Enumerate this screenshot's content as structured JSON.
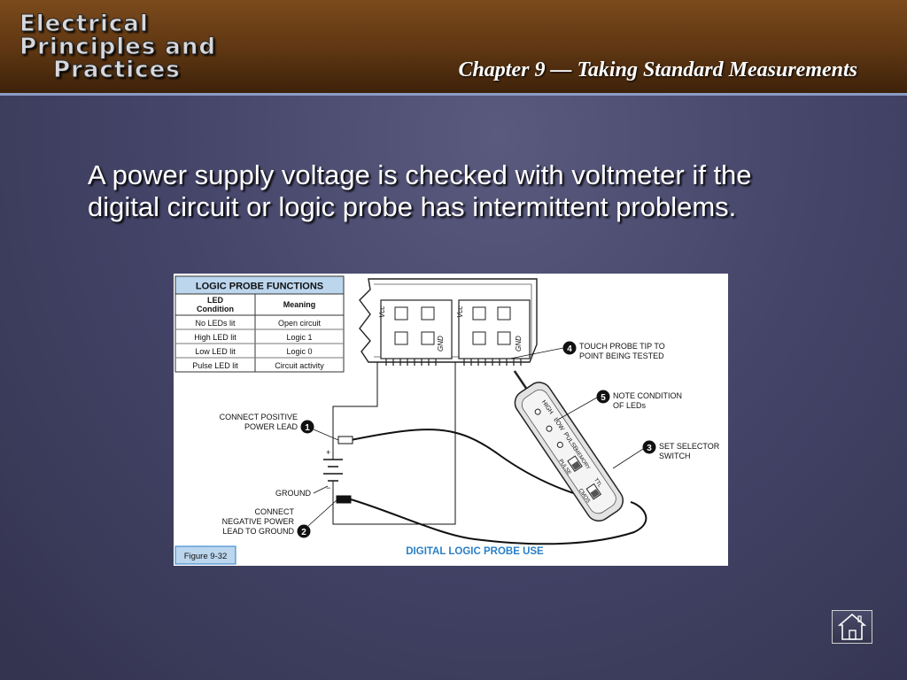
{
  "header": {
    "logo_lines": [
      "Electrical",
      "Principles and",
      "Practices"
    ],
    "chapter_title": "Chapter 9 — Taking Standard Measurements"
  },
  "body_text": "A power supply voltage is checked with voltmeter if the digital circuit or logic probe has intermittent problems.",
  "figure": {
    "table": {
      "title": "LOGIC PROBE FUNCTIONS",
      "col_led": [
        "LED",
        "Condition"
      ],
      "col_meaning": "Meaning",
      "rows": [
        {
          "led": "No LEDs lit",
          "meaning": "Open circuit"
        },
        {
          "led": "High LED lit",
          "meaning": "Logic 1"
        },
        {
          "led": "Low LED lit",
          "meaning": "Logic 0"
        },
        {
          "led": "Pulse LED lit",
          "meaning": "Circuit activity"
        }
      ]
    },
    "steps": {
      "s1_num": "1",
      "s1_lines": [
        "CONNECT POSITIVE",
        "POWER LEAD"
      ],
      "s2_num": "2",
      "s2_lines": [
        "CONNECT",
        "NEGATIVE POWER",
        "LEAD TO GROUND"
      ],
      "s3_num": "3",
      "s3_lines": [
        "SET SELECTOR",
        "SWITCH"
      ],
      "s4_num": "4",
      "s4_lines": [
        "TOUCH PROBE TIP TO",
        "POINT BEING TESTED"
      ],
      "s5_num": "5",
      "s5_lines": [
        "NOTE CONDITION",
        "OF LEDs"
      ]
    },
    "ground_label": "GROUND",
    "plus_sign": "+",
    "minus_sign": "−",
    "chip_labels": {
      "vcc": "Vcc",
      "gnd": "GND"
    },
    "probe_labels": {
      "high": "HIGH",
      "low": "LOW",
      "pulse": "PULSE",
      "memory": "MEMORY",
      "pulse2": "PULSE",
      "ttl": "TTL",
      "cmos": "CMOS"
    },
    "figure_number": "Figure 9-32",
    "caption": "DIGITAL LOGIC PROBE USE",
    "colors": {
      "accent_blue": "#2a7fc8",
      "table_header": "#bcd6ee"
    }
  },
  "nav": {
    "home_icon": "home-icon"
  }
}
